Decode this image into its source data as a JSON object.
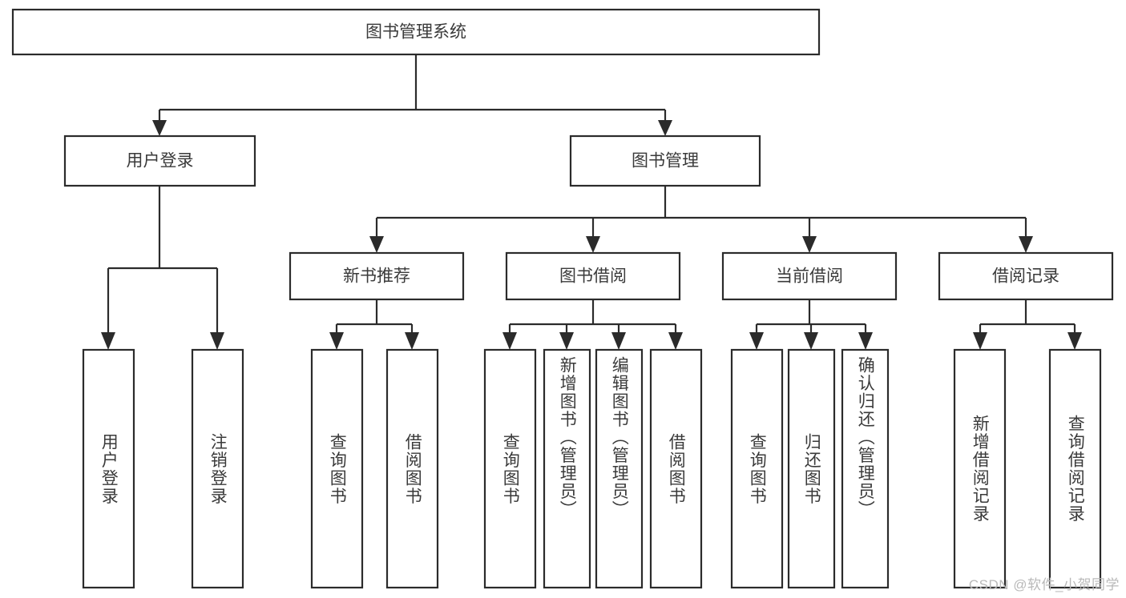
{
  "diagram": {
    "type": "hierarchy-tree",
    "title": "图书管理系统",
    "orientation": "top-down",
    "colors": {
      "box_stroke": "#2b2b2b",
      "box_fill": "#ffffff",
      "text": "#3a3a3a",
      "connector": "#2b2b2b",
      "background": "#ffffff",
      "watermark": "#b9b9b9"
    },
    "root": {
      "label": "图书管理系统"
    },
    "level1": [
      {
        "label": "用户登录"
      },
      {
        "label": "图书管理"
      }
    ],
    "level2": [
      {
        "label": "新书推荐"
      },
      {
        "label": "图书借阅"
      },
      {
        "label": "当前借阅"
      },
      {
        "label": "借阅记录"
      }
    ],
    "leaves": {
      "user_login": [
        {
          "label": "用户登录"
        },
        {
          "label": "注销登录"
        }
      ],
      "new_book_recommend": [
        {
          "label": "查询图书"
        },
        {
          "label": "借阅图书"
        }
      ],
      "book_borrow": [
        {
          "label": "查询图书"
        },
        {
          "label": "新增图书（管理员）"
        },
        {
          "label": "编辑图书（管理员）"
        },
        {
          "label": "借阅图书"
        }
      ],
      "current_borrow": [
        {
          "label": "查询图书"
        },
        {
          "label": "归还图书"
        },
        {
          "label": "确认归还（管理员）"
        }
      ],
      "borrow_record": [
        {
          "label": "新增借阅记录"
        },
        {
          "label": "查询借阅记录"
        }
      ]
    }
  },
  "watermark": {
    "text": "CSDN @软件_小贺同学"
  }
}
